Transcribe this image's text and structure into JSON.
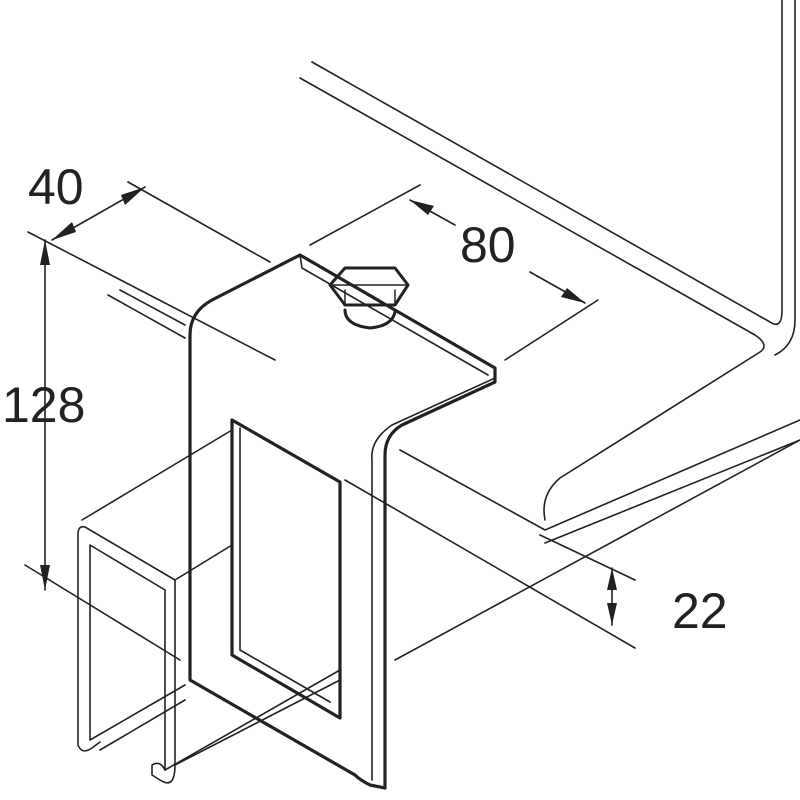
{
  "dimensions": {
    "width_label": "40",
    "length_label": "80",
    "height_label": "128",
    "gap_label": "22"
  },
  "colors": {
    "line": "#222222",
    "background": "#ffffff"
  }
}
